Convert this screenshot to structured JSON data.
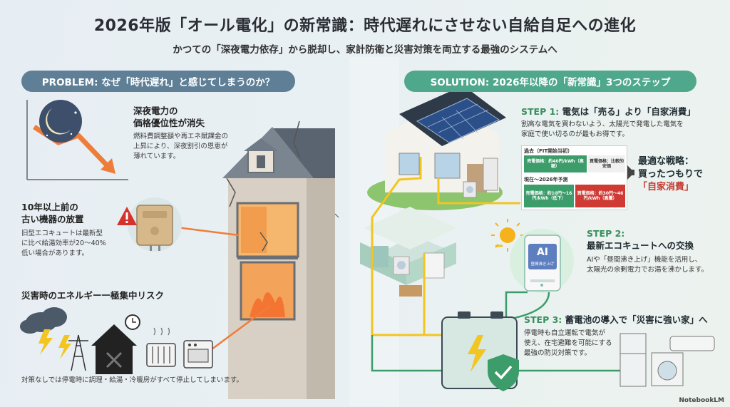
{
  "title": "2026年版「オール電化」の新常識：時代遅れにさせない自給自足への進化",
  "subtitle": "かつての「深夜電力依存」から脱却し、家計防衛と災害対策を両立する最強のシステムへ",
  "problem": {
    "header": "PROBLEM: なぜ「時代遅れ」と感じてしまうのか？",
    "items": [
      {
        "title_lines": [
          "深夜電力の",
          "価格優位性が消失"
        ],
        "body_lines": [
          "燃料費調整額や再エネ賦課金の",
          "上昇により、深夜割引の恩恵が",
          "薄れています。"
        ]
      },
      {
        "title_lines": [
          "10年以上前の",
          "古い機器の放置"
        ],
        "body_lines": [
          "旧型エコキュートは最新型",
          "に比べ給湯効率が20〜40%",
          "低い場合があります。"
        ]
      },
      {
        "title_lines": [
          "災害時のエネルギー一極集中リスク"
        ],
        "body_lines": [
          "対策なしでは停電時に調理・給湯・冷暖房がすべて停止してしまいます。"
        ]
      }
    ]
  },
  "solution": {
    "header": "SOLUTION: 2026年以降の「新常識」3つのステップ",
    "steps": [
      {
        "num": "STEP 1:",
        "title": "電気は「売る」より「自家消費」",
        "body_lines": [
          "割高な電気を買わないよう、太陽光で発電した電気を",
          "家庭で使い切るのが最もお得です。"
        ]
      },
      {
        "num": "STEP 2:",
        "title": "最新エコキュートへの交換",
        "body_lines": [
          "AIや「昼間沸き上げ」機能を活用し、",
          "太陽光の余剰電力でお湯を沸かします。"
        ]
      },
      {
        "num": "STEP 3:",
        "title": "蓄電池の導入で「災害に強い家」へ",
        "body_lines": [
          "停電時も自立運転で電気が",
          "使え、在宅避難を可能にする",
          "最強の防災対策です。"
        ]
      }
    ],
    "table": {
      "past_label": "過去（FIT開始当初）",
      "past_sell": "売電価格：約40円/kWh（高額）",
      "past_buy": "買電価格：比較的安価",
      "now_label": "現在〜2026年予測",
      "now_sell": "売電価格：約10円〜16円/kWh（低下）",
      "now_buy": "買電価格：約30円〜46円/kWh（高騰）"
    },
    "strategy_lines": [
      "最適な戦略：",
      "買ったつもりで",
      "「自家消費」"
    ]
  },
  "ecocute_label": "昼間沸き上げ",
  "ecocute_ai": "AI",
  "credit": "NotebookLM",
  "colors": {
    "problem_pill": "#5f7f96",
    "solution_pill": "#4fa88c",
    "arrow": "#ef7d3a",
    "wire": "#f2c521",
    "green": "#3c9c6a",
    "red": "#cf3b34"
  }
}
